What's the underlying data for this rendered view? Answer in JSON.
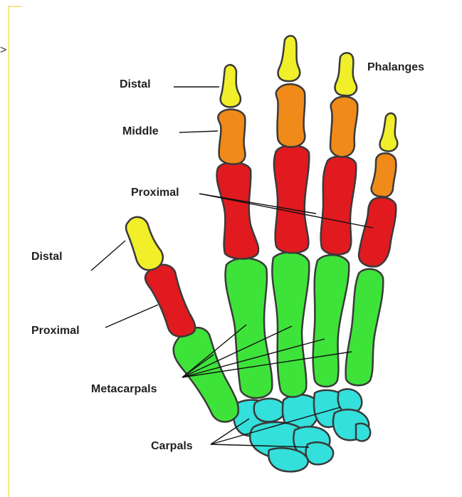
{
  "labels": {
    "phalanges": "Phalanges",
    "distal_finger": "Distal",
    "middle": "Middle",
    "proximal_finger": "Proximal",
    "distal_thumb": "Distal",
    "proximal_thumb": "Proximal",
    "metacarpals": "Metacarpals",
    "carpals": "Carpals"
  },
  "colors": {
    "distal": "#f1ef2a",
    "middle": "#f08a18",
    "proximal": "#e01a1f",
    "metacarpals": "#3ee33a",
    "carpals": "#33e0dc",
    "outline": "#3a3a3a"
  },
  "marker": ">"
}
